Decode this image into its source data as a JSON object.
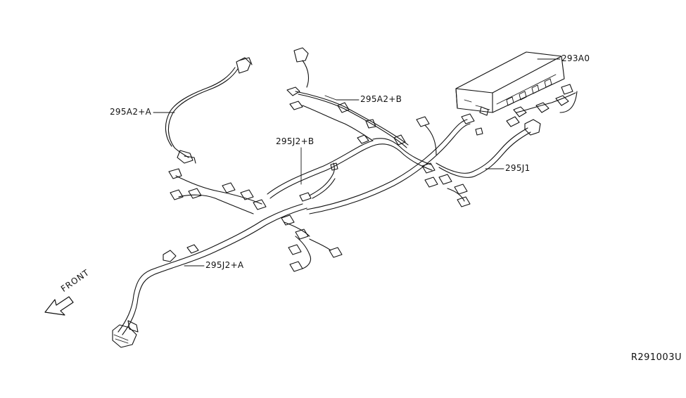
{
  "diagram": {
    "callouts": {
      "harness_295A2_A": "295A2+A",
      "harness_295A2_B": "295A2+B",
      "harness_295J2_B": "295J2+B",
      "harness_295J2_A": "295J2+A",
      "harness_295J1": "295J1",
      "module_293A0": "293A0"
    },
    "orientation_label": "FRONT",
    "drawing_id": "R291003U"
  },
  "colors": {
    "line": "#111111",
    "background": "#ffffff"
  }
}
